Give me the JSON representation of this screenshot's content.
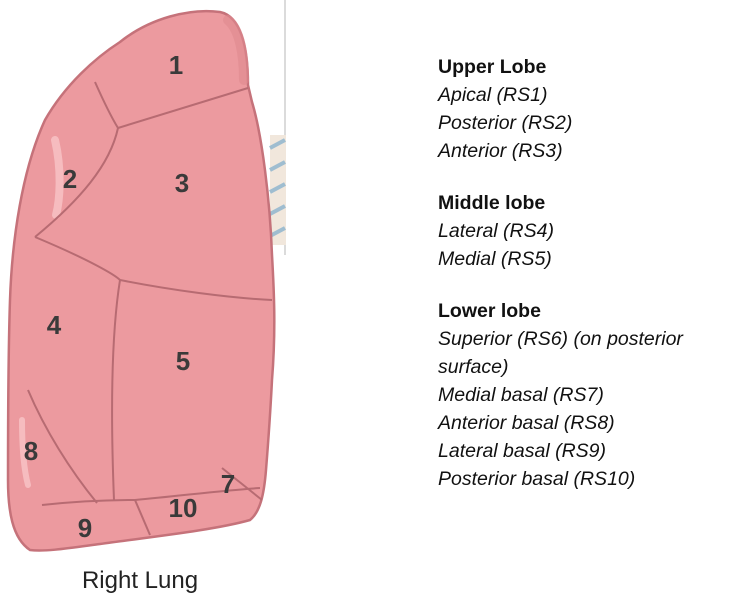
{
  "figure": {
    "caption": "Right Lung",
    "colors": {
      "lung_fill": "#ec9a9f",
      "lung_outline": "#c5727a",
      "segment_line": "#b76b72",
      "highlight": "#f6bcbf",
      "airway": "#9fbdd0"
    },
    "segments": [
      {
        "number": "1",
        "name": "Apical (RS1)"
      },
      {
        "number": "2",
        "name": "Posterior (RS2)"
      },
      {
        "number": "3",
        "name": "Anterior (RS3)"
      },
      {
        "number": "4",
        "name": "Lateral (RS4)"
      },
      {
        "number": "5",
        "name": "Medial (RS5)"
      },
      {
        "number": "7",
        "name": "Medial basal (RS7)"
      },
      {
        "number": "8",
        "name": "Anterior basal (RS8)"
      },
      {
        "number": "9",
        "name": "Lateral basal (RS9)"
      },
      {
        "number": "10",
        "name": "Posterior basal (RS10)"
      }
    ]
  },
  "legend": {
    "lobes": [
      {
        "title": "Upper Lobe",
        "items": [
          "Apical (RS1)",
          "Posterior (RS2)",
          "Anterior (RS3)"
        ]
      },
      {
        "title": "Middle lobe",
        "items": [
          "Lateral (RS4)",
          "Medial (RS5)"
        ]
      },
      {
        "title": "Lower lobe",
        "items": [
          "Superior (RS6) (on posterior surface)",
          "Medial basal (RS7)",
          "Anterior basal (RS8)",
          "Lateral basal (RS9)",
          "Posterior basal (RS10)"
        ]
      }
    ]
  }
}
